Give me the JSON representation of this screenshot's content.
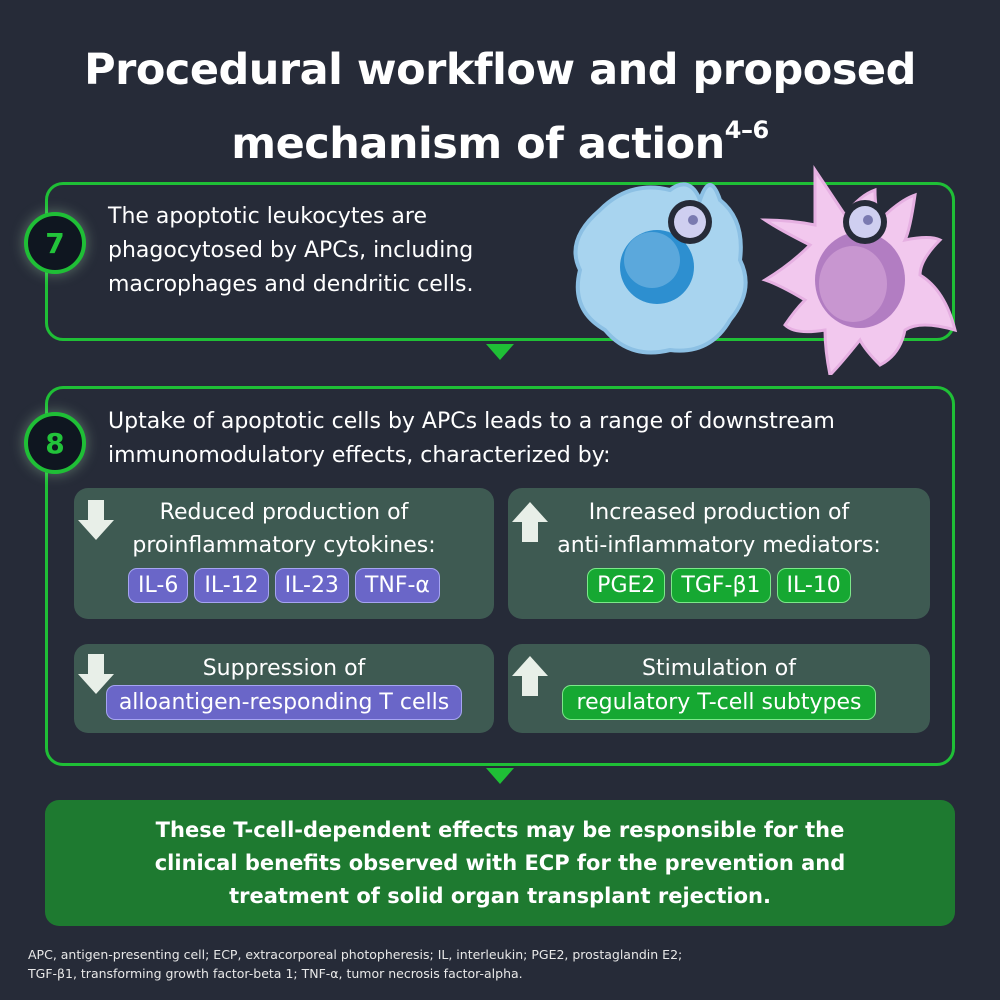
{
  "title": {
    "text": "Procedural workflow and proposed mechanism of action",
    "superscript": "4–6"
  },
  "step7": {
    "number": "7",
    "text_lines": [
      "The apoptotic leukocytes are",
      "phagocytosed by APCs, including",
      "macrophages and dendritic cells."
    ]
  },
  "step8": {
    "number": "8",
    "text_lines": [
      "Uptake of apoptotic cells by APCs leads to a range of downstream",
      "immunomodulatory effects, characterized by:"
    ]
  },
  "effects": [
    {
      "direction": "down",
      "lines": [
        "Reduced production of",
        "proinflammatory cytokines:"
      ],
      "chips": [
        "IL-6",
        "IL-12",
        "IL-23",
        "TNF-α"
      ]
    },
    {
      "direction": "up",
      "lines": [
        "Increased production of",
        "anti-inflammatory mediators:"
      ],
      "chips": [
        "PGE2",
        "TGF-β1",
        "IL-10"
      ]
    },
    {
      "direction": "down",
      "lines": [
        "Suppression of"
      ],
      "chips": [
        "alloantigen-responding T cells"
      ]
    },
    {
      "direction": "up",
      "lines": [
        "Stimulation of"
      ],
      "chips": [
        "regulatory T-cell subtypes"
      ]
    }
  ],
  "conclusion": [
    "These T-cell-dependent effects may be responsible for the",
    "clinical benefits observed with ECP for the prevention and",
    "treatment of solid organ transplant rejection."
  ],
  "footnote": [
    "APC, antigen-presenting cell; ECP, extracorporeal photopheresis; IL, interleukin; PGE2, prostaglandin E2;",
    "TGF-β1, transforming growth factor-beta 1; TNF-α, tumor necrosis factor-alpha."
  ],
  "colors": {
    "background": "#262b38",
    "accent_green": "#1fbf36",
    "panel": "#3e5a52",
    "chip_purple": "#6a66c8",
    "chip_green": "#16a832",
    "conclusion": "#1e7a30"
  }
}
